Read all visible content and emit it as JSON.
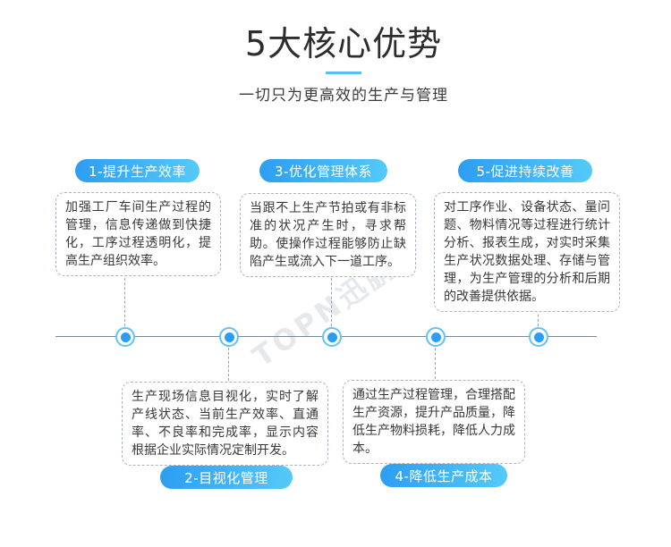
{
  "header": {
    "title": "5大核心优势",
    "subtitle": "一切只为更高效的生产与管理"
  },
  "watermark": {
    "text": "TOPN迅鹏"
  },
  "colors": {
    "accent_blue": "#2b9df3",
    "accent_light_blue": "#55caf8",
    "badge_gradient_start": "#2d9df1",
    "badge_gradient_end": "#55caf8",
    "title_underline": "#55c1ee",
    "timeline_line": "#7b8794",
    "node_ring": "#62c3f5",
    "node_dot": "#2b9df3",
    "box_border": "#a8b4c6",
    "text_dark": "#383838"
  },
  "timeline": {
    "node_count": 5,
    "orientation": "horizontal"
  },
  "items": [
    {
      "id": "1",
      "label": "1-提升生产效率",
      "description": "加强工厂车间生产过程的管理，信息传递做到快捷化，工序过程透明化，提高生产组织效率。",
      "position": "above"
    },
    {
      "id": "2",
      "label": "2-目视化管理",
      "description": "生产现场信息目视化，实时了解产线状态、当前生产效率、直通率、不良率和完成率，显示内容根据企业实际情况定制开发。",
      "position": "below"
    },
    {
      "id": "3",
      "label": "3-优化管理体系",
      "description": "当跟不上生产节拍或有非标准的状况产生时，寻求帮助。使操作过程能够防止缺陷产生或流入下一道工序。",
      "position": "above"
    },
    {
      "id": "4",
      "label": "4-降低生产成本",
      "description": "通过生产过程管理，合理搭配生产资源，提升产品质量，降低生产物料损耗，降低人力成本。",
      "position": "below"
    },
    {
      "id": "5",
      "label": "5-促进持续改善",
      "description": "对工序作业、设备状态、量问题、物料情况等过程进行统计分析、报表生成，对实时采集生产状况数据处理、存储与管理，为生产管理的分析和后期的改善提供依据。",
      "position": "above"
    }
  ]
}
